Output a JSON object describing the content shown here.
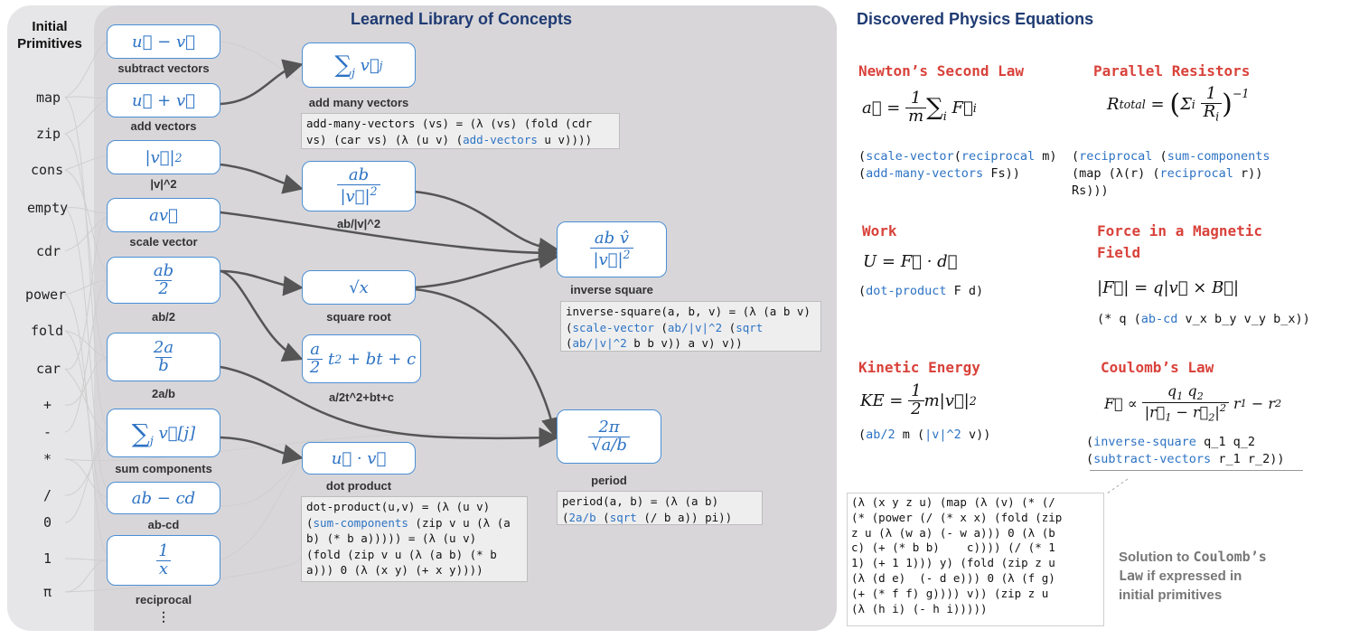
{
  "titles": {
    "library": "Learned Library of Concepts",
    "equations": "Discovered Physics Equations",
    "primitives_line1": "Initial",
    "primitives_line2": "Primitives"
  },
  "primitives": [
    "map",
    "zip",
    "cons",
    "empty",
    "cdr",
    "power",
    "fold",
    "car",
    "+",
    "-",
    "*",
    "/",
    "0",
    "1",
    "π"
  ],
  "concepts": {
    "subtract_vectors": "subtract vectors",
    "add_vectors": "add vectors",
    "norm_sq": "|v|^2",
    "scale_vector": "scale vector",
    "ab_over_2": "ab/2",
    "two_a_over_b": "2a/b",
    "sum_components": "sum components",
    "ab_minus_cd": "ab-cd",
    "reciprocal": "reciprocal",
    "more": "⋮",
    "add_many_vectors": "add many vectors",
    "ab_over_norm_sq": "ab/|v|^2",
    "square_root": "square root",
    "quadratic": "a/2t^2+bt+c",
    "dot_product": "dot product",
    "inverse_square": "inverse square",
    "period": "period"
  },
  "code": {
    "add_many_vectors": {
      "l1": "add-many-vectors (vs) = (λ (vs) (fold (cdr",
      "l2a": "vs) (car vs) (λ (u v) (",
      "l2b": "add-vectors",
      "l2c": " u v))))"
    },
    "inverse_square": {
      "l1": "inverse-square(a, b, v) = (λ (a b v)",
      "l2a": "(",
      "l2b": "scale-vector",
      "l2c": " (",
      "l2d": "ab/|v|^2",
      "l2e": " (",
      "l2f": "sqrt",
      "l3a": "(",
      "l3b": "ab/|v|^2",
      "l3c": " b b v)) a v) v))"
    },
    "dot_product": {
      "l1": "dot-product(u,v) = (λ (u v)",
      "l2a": "(",
      "l2b": "sum-components",
      "l2c": " (zip v u (λ (a",
      "l3": "b) (* b a))))) = (λ (u v)",
      "l4": "(fold (zip v u (λ (a b) (* b",
      "l5": "a))) 0 (λ (x y) (+ x y))))"
    },
    "period": {
      "l1": "period(a, b) = (λ (a b)",
      "l2a": "(",
      "l2b": "2a/b",
      "l2c": " (",
      "l2d": "sqrt",
      "l2e": " (/ b a)) pi))"
    }
  },
  "equations": {
    "newton": {
      "name": "Newton’s Second Law",
      "c1a": "(",
      "c1b": "scale-vector",
      "c1c": "(",
      "c1d": "reciprocal",
      "c1e": " m)",
      "c2a": "(",
      "c2b": "add-many-vectors",
      "c2c": " Fs))"
    },
    "resistors": {
      "name": "Parallel Resistors",
      "c1a": "(",
      "c1b": "reciprocal",
      "c1c": " (",
      "c1d": "sum-components",
      "c2a": "(map (λ(r) (",
      "c2b": "reciprocal",
      "c2c": " r))",
      "c3": "Rs)))"
    },
    "work": {
      "name": "Work",
      "c1a": "(",
      "c1b": "dot-product",
      "c1c": " F d)"
    },
    "magnetic": {
      "name1": "Force in a Magnetic",
      "name2": "Field",
      "c1a": "(* q (",
      "c1b": "ab-cd",
      "c1c": " v_x b_y v_y b_x))"
    },
    "kinetic": {
      "name": "Kinetic Energy",
      "c1a": "(",
      "c1b": "ab/2",
      "c1c": " m (",
      "c1d": "|v|^2",
      "c1e": " v))"
    },
    "coulomb": {
      "name": "Coulomb’s Law",
      "c1a": "(",
      "c1b": "inverse-square",
      "c1c": " q_1 q_2",
      "c2a": "(",
      "c2b": "subtract-vectors",
      "c2c": " r_1 r_2))"
    }
  },
  "solution": {
    "lines": [
      "(λ (x y z u) (map (λ (v) (* (/",
      "(* (power (/ (* x x) (fold (zip",
      "z u (λ (w a) (- w a))) 0 (λ (b",
      "c) (+ (* b b)    c)))) (/ (* 1",
      "1) (+ 1 1))) y) (fold (zip z u",
      "(λ (d e)  (- d e))) 0 (λ (f g)",
      "(+ (* f f) g)))) v)) (zip z u",
      "(λ (h i) (- h i)))))"
    ],
    "note1": "Solution to ",
    "note1b": "Coulomb’s",
    "note2a": "Law",
    "note2b": " if expressed in",
    "note3": "initial primitives"
  },
  "colors": {
    "accent": "#2d73c4",
    "equation_title": "#d9423b",
    "header": "#1f3b73"
  }
}
